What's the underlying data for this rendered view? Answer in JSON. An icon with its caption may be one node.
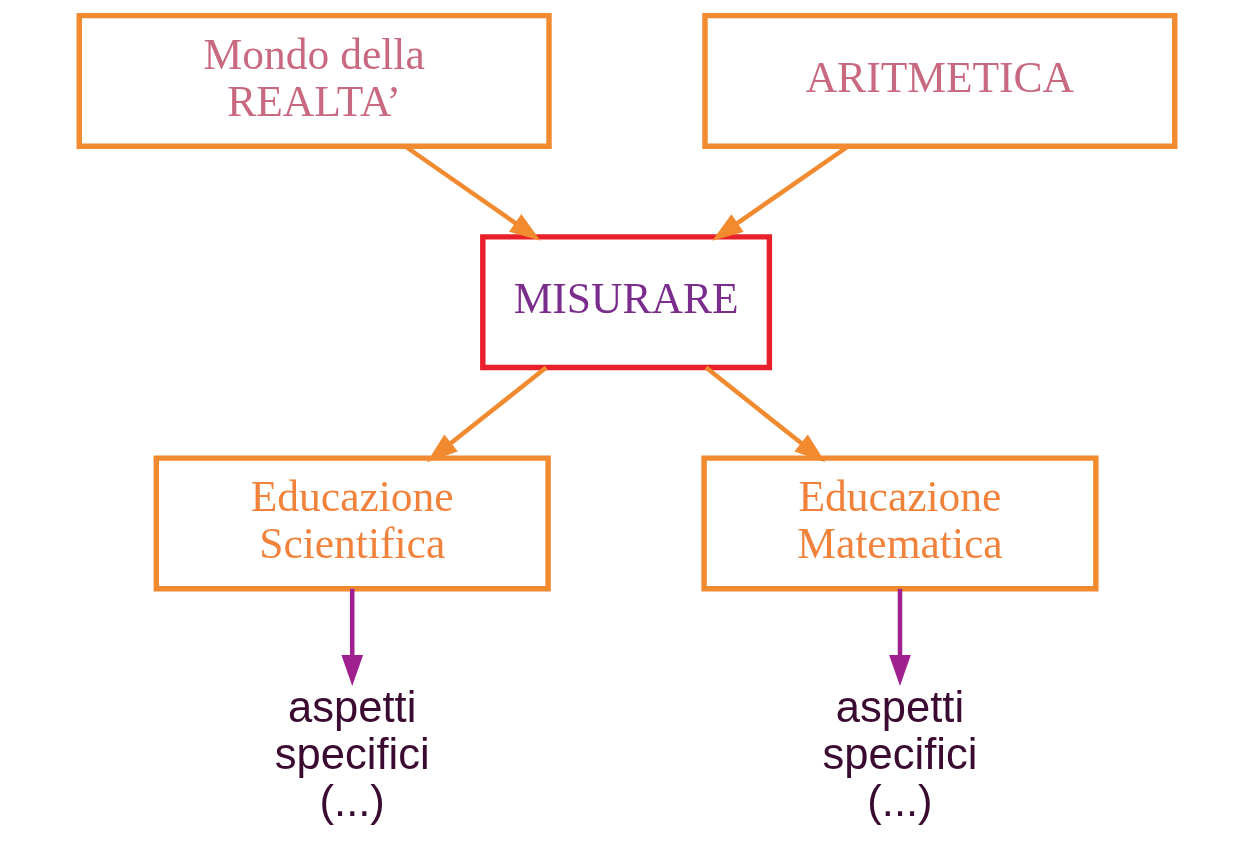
{
  "diagram": {
    "nodes": [
      {
        "text": [
          "Mondo della REALTA’"
        ]
      },
      {
        "text": [
          "ARITMETICA"
        ]
      },
      {
        "text": [
          "MISURARE"
        ]
      },
      {
        "text": [
          "Educazione Scientifica"
        ]
      },
      {
        "text": [
          "Educazione Matematica"
        ]
      },
      {
        "text": [
          "aspetti specifici (...)"
        ]
      },
      {
        "text": [
          "aspetti specifici (...)"
        ]
      }
    ],
    "edges": [
      {
        "from": 0,
        "to": 2,
        "arrow": "to"
      },
      {
        "from": 1,
        "to": 2,
        "arrow": "to"
      },
      {
        "from": 2,
        "to": 3,
        "arrow": "to"
      },
      {
        "from": 2,
        "to": 4,
        "arrow": "to"
      },
      {
        "from": 3,
        "to": 5,
        "arrow": "to",
        "color": "#a0208f"
      },
      {
        "from": 4,
        "to": 6,
        "arrow": "to",
        "color": "#a0208f"
      }
    ]
  }
}
